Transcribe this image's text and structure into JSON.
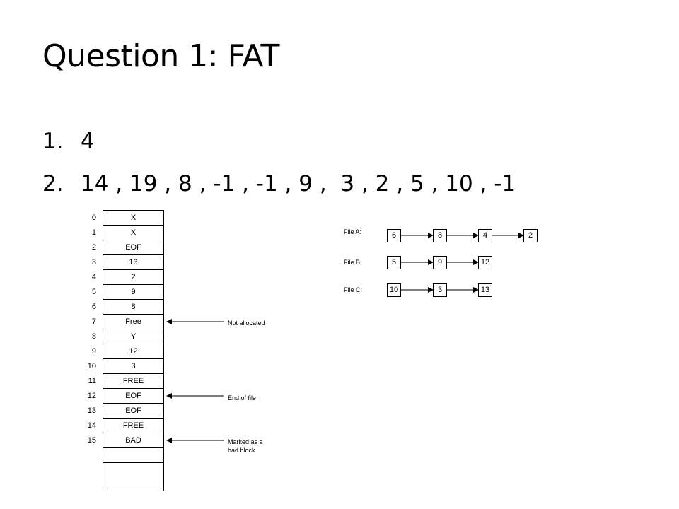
{
  "title": "Question 1: FAT",
  "answers": [
    {
      "number": "1.",
      "text": "4"
    },
    {
      "number": "2.",
      "text": "14 , 19 , 8 , -1 , -1 , 9 ,  3 , 2 , 5 , 10 , -1"
    }
  ],
  "fat_table": {
    "indices": [
      "0",
      "1",
      "2",
      "3",
      "4",
      "5",
      "6",
      "7",
      "8",
      "9",
      "10",
      "11",
      "12",
      "13",
      "14",
      "15"
    ],
    "entries": [
      "X",
      "X",
      "EOF",
      "13",
      "2",
      "9",
      "8",
      "Free",
      "Y",
      "12",
      "3",
      "FREE",
      "EOF",
      "EOF",
      "FREE",
      "BAD"
    ]
  },
  "annotations": {
    "not_allocated": "Not allocated",
    "end_of_file": "End of file",
    "bad_block": "Marked as a bad block"
  },
  "files": {
    "a": {
      "label": "File A:",
      "blocks": [
        "6",
        "8",
        "4",
        "2"
      ]
    },
    "b": {
      "label": "File B:",
      "blocks": [
        "5",
        "9",
        "12"
      ]
    },
    "c": {
      "label": "File C:",
      "blocks": [
        "10",
        "3",
        "13"
      ]
    }
  }
}
